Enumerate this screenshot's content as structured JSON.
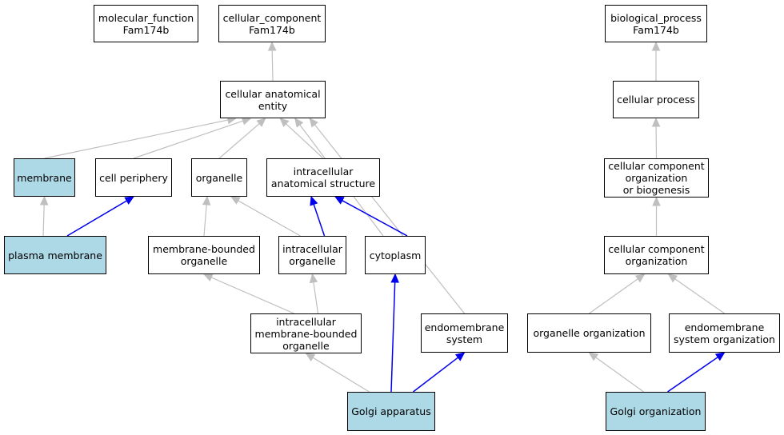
{
  "colors": {
    "highlight": "#add8e6",
    "edge_default": "#bfbfbf",
    "edge_highlight": "#0000ee"
  },
  "nodes": {
    "mf": {
      "label": "molecular_function\nFam174b",
      "highlight": false
    },
    "cc": {
      "label": "cellular_component\nFam174b",
      "highlight": false
    },
    "bp": {
      "label": "biological_process\nFam174b",
      "highlight": false
    },
    "cae": {
      "label": "cellular anatomical\nentity",
      "highlight": false
    },
    "mem": {
      "label": "membrane",
      "highlight": true
    },
    "cp": {
      "label": "cell periphery",
      "highlight": false
    },
    "org": {
      "label": "organelle",
      "highlight": false
    },
    "ias": {
      "label": "intracellular\nanatomical structure",
      "highlight": false
    },
    "pm": {
      "label": "plasma membrane",
      "highlight": true
    },
    "mbo": {
      "label": "membrane-bounded\norganelle",
      "highlight": false
    },
    "io": {
      "label": "intracellular\norganelle",
      "highlight": false
    },
    "cyto": {
      "label": "cytoplasm",
      "highlight": false
    },
    "imbo": {
      "label": "intracellular\nmembrane-bounded\norganelle",
      "highlight": false
    },
    "ems": {
      "label": "endomembrane\nsystem",
      "highlight": false
    },
    "ga": {
      "label": "Golgi apparatus",
      "highlight": true
    },
    "cproc": {
      "label": "cellular process",
      "highlight": false
    },
    "ccob": {
      "label": "cellular component\norganization\nor biogenesis",
      "highlight": false
    },
    "cco": {
      "label": "cellular component\norganization",
      "highlight": false
    },
    "oo": {
      "label": "organelle organization",
      "highlight": false
    },
    "emso": {
      "label": "endomembrane\nsystem organization",
      "highlight": false
    },
    "go": {
      "label": "Golgi organization",
      "highlight": true
    }
  },
  "edges": [
    {
      "from": "cae",
      "to": "cc",
      "highlight": false
    },
    {
      "from": "mem",
      "to": "cae",
      "highlight": false
    },
    {
      "from": "cp",
      "to": "cae",
      "highlight": false
    },
    {
      "from": "org",
      "to": "cae",
      "highlight": false
    },
    {
      "from": "ias",
      "to": "cae",
      "highlight": false
    },
    {
      "from": "cyto",
      "to": "cae",
      "highlight": false
    },
    {
      "from": "ems",
      "to": "cae",
      "highlight": false
    },
    {
      "from": "pm",
      "to": "mem",
      "highlight": false
    },
    {
      "from": "pm",
      "to": "cp",
      "highlight": true
    },
    {
      "from": "mbo",
      "to": "org",
      "highlight": false
    },
    {
      "from": "io",
      "to": "org",
      "highlight": false
    },
    {
      "from": "io",
      "to": "ias",
      "highlight": true
    },
    {
      "from": "cyto",
      "to": "ias",
      "highlight": true
    },
    {
      "from": "imbo",
      "to": "mbo",
      "highlight": false
    },
    {
      "from": "imbo",
      "to": "io",
      "highlight": false
    },
    {
      "from": "ga",
      "to": "imbo",
      "highlight": false
    },
    {
      "from": "ga",
      "to": "cyto",
      "highlight": true
    },
    {
      "from": "ga",
      "to": "ems",
      "highlight": true
    },
    {
      "from": "cproc",
      "to": "bp",
      "highlight": false
    },
    {
      "from": "ccob",
      "to": "cproc",
      "highlight": false
    },
    {
      "from": "cco",
      "to": "ccob",
      "highlight": false
    },
    {
      "from": "oo",
      "to": "cco",
      "highlight": false
    },
    {
      "from": "emso",
      "to": "cco",
      "highlight": false
    },
    {
      "from": "go",
      "to": "oo",
      "highlight": false
    },
    {
      "from": "go",
      "to": "emso",
      "highlight": true
    }
  ]
}
